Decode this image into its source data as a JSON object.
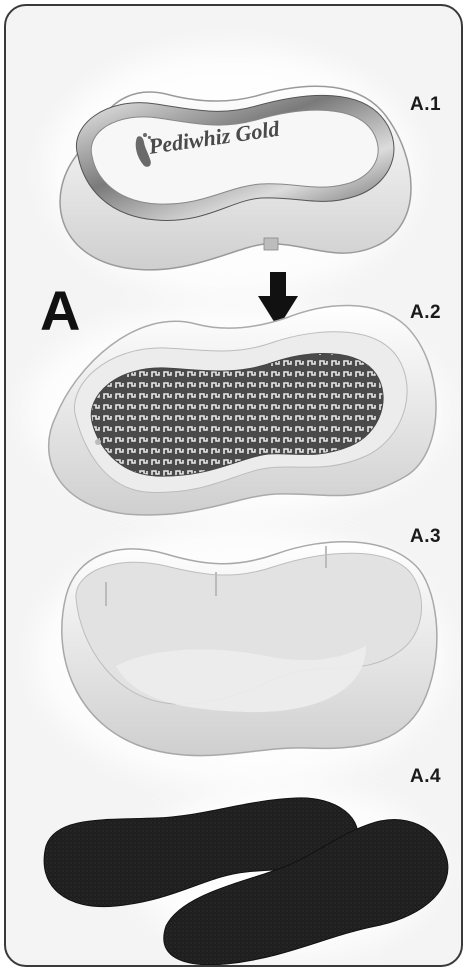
{
  "figure_letter": "A",
  "parts": [
    {
      "label": "A.1"
    },
    {
      "label": "A.2"
    },
    {
      "label": "A.3"
    },
    {
      "label": "A.4"
    }
  ],
  "brand_logo_text": "Pediwhiz Gold",
  "colors": {
    "frame_border": "#3a3a3a",
    "background": "#f4f4f4",
    "chrome_ring": "#6e6e6e",
    "grater": "#555555",
    "sandpaper": "#1c1c1c",
    "plastic": "#e9e9e9"
  },
  "icons": {
    "arrow": "down-arrow-icon",
    "logo_foot": "foot-logo-icon"
  }
}
